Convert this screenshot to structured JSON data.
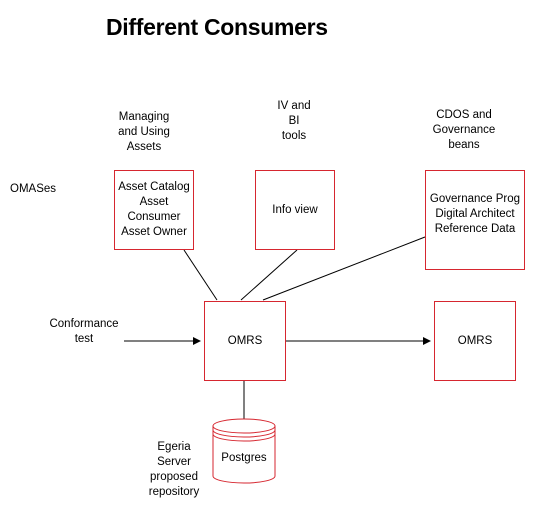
{
  "title": "Different Consumers",
  "left_label": "OMASes",
  "captions": {
    "assets": [
      "Managing",
      "and Using",
      "Assets"
    ],
    "iv": [
      "IV and",
      "BI",
      "tools"
    ],
    "cdos": [
      "CDOS and",
      "Governance",
      "beans"
    ],
    "conformance": [
      "Conformance",
      "test"
    ],
    "egeria": [
      "Egeria",
      "Server",
      "proposed",
      "repository"
    ]
  },
  "boxes": {
    "asset": [
      "Asset Catalog",
      "Asset",
      "Consumer",
      "Asset Owner"
    ],
    "info": [
      "Info view"
    ],
    "gov": [
      "Governance Prog",
      "Digital Architect",
      "Reference Data"
    ],
    "omrs_main": "OMRS",
    "omrs_right": "OMRS"
  },
  "database": "Postgres",
  "colors": {
    "box_border": "#d6262f",
    "line": "#000000"
  }
}
